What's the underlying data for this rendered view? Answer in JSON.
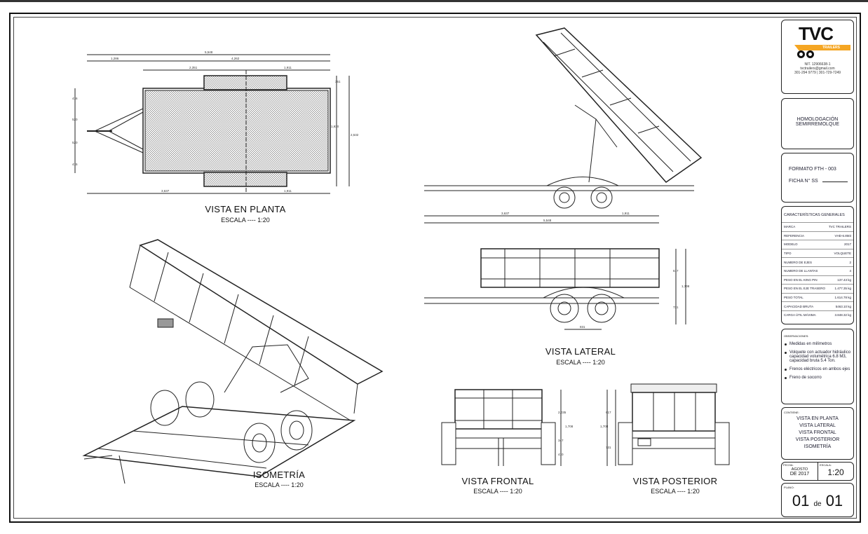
{
  "title_block": {
    "logo": {
      "brand": "TVC",
      "sub": "TRAILERS",
      "colors": {
        "orange": "#f5a623",
        "dark": "#111111"
      }
    },
    "nit": "NIT. 12906638-1",
    "email": "tvctrailers@gmail.com",
    "phones": "301-294 9779 | 301-729-7249",
    "homologacion": [
      "HOMOLOGACIÓN",
      "SEMIRREMOLQUE"
    ],
    "formato": "FORMATO FTH - 003",
    "ficha": "FICHA N° SS",
    "caracteristicas_title": "CARACTERÍSTICAS GENERALES",
    "caracteristicas": [
      {
        "label": "MARCA",
        "value": "TVC TRAILERS"
      },
      {
        "label": "REFERENCIA",
        "value": "VHD-6.8M3"
      },
      {
        "label": "MODELO",
        "value": "2017"
      },
      {
        "label": "TIPO",
        "value": "VOLQUETE"
      },
      {
        "label": "NUMERO DE EJES",
        "value": "2"
      },
      {
        "label": "NUMERO DE LLANTAS",
        "value": "4"
      },
      {
        "label": "PESO EN EL KING PIN",
        "value": "137.43 kg"
      },
      {
        "label": "PESO EN EL EJE TRASERO",
        "value": "1.477.35 kg"
      },
      {
        "label": "PESO TOTAL",
        "value": "1.614.78 kg"
      },
      {
        "label": "CAPACIDAD BRUTA",
        "value": "5463.10 kg"
      },
      {
        "label": "CARGA ÚTIL MÁXIMA",
        "value": "3.848.32 kg"
      }
    ],
    "observaciones_title": "OBSERVACIONES:",
    "observaciones": [
      "Medidas en milímetros",
      "Volquete con actuador hidráulico capacidad volumétrica 6.8 M3, capacidad bruta 5.4 Ton.",
      "Frenos eléctricos en ambos ejes",
      "Freno de socorro"
    ],
    "contiene_title": "CONTIENE:",
    "contiene": [
      "VISTA EN PLANTA",
      "VISTA LATERAL",
      "VISTA FRONTAL",
      "VISTA POSTERIOR",
      "ISOMETRÍA"
    ],
    "fecha_label": "FECHA:",
    "fecha": [
      "AGOSTO",
      "DE 2017"
    ],
    "escala_label": "ESCALA:",
    "escala": "1:20",
    "plano_label": "PLANO:",
    "plano_num": "01",
    "plano_de": "de",
    "plano_total": "01"
  },
  "views": {
    "planta": {
      "title": "VISTA EN PLANTA",
      "scale": "ESCALA ---- 1:20"
    },
    "lateral": {
      "title": "VISTA LATERAL",
      "scale": "ESCALA ---- 1:20"
    },
    "frontal": {
      "title": "VISTA FRONTAL",
      "scale": "ESCALA ---- 1:20"
    },
    "posterior": {
      "title": "VISTA POSTERIOR",
      "scale": "ESCALA ---- 1:20"
    },
    "isometria": {
      "title": "ISOMETRÍA",
      "scale": "ESCALA ---- 1:20"
    }
  },
  "dimensions": {
    "planta": {
      "total": "5,548",
      "tongue": "1,286",
      "body": "4,262",
      "front_axle": "2,351",
      "rear": "1,911",
      "bottom_front": "3,637",
      "bottom_rear": "1,911",
      "width_inner": "1,930",
      "width_outer": "2,532",
      "fender": "351",
      "left": [
        "416",
        "520",
        "520",
        "415"
      ]
    },
    "lateral": {
      "a": "3,637",
      "b": "1,911",
      "total": "5,548",
      "axles": "831",
      "h1": "617",
      "h2": "1,708",
      "h3": "731"
    },
    "frontal": {
      "h1": "2,035",
      "h2": "1,708",
      "h3": "347",
      "h4": "410"
    },
    "posterior": {
      "h1": "617",
      "h2": "1,708",
      "h3": "731"
    }
  }
}
